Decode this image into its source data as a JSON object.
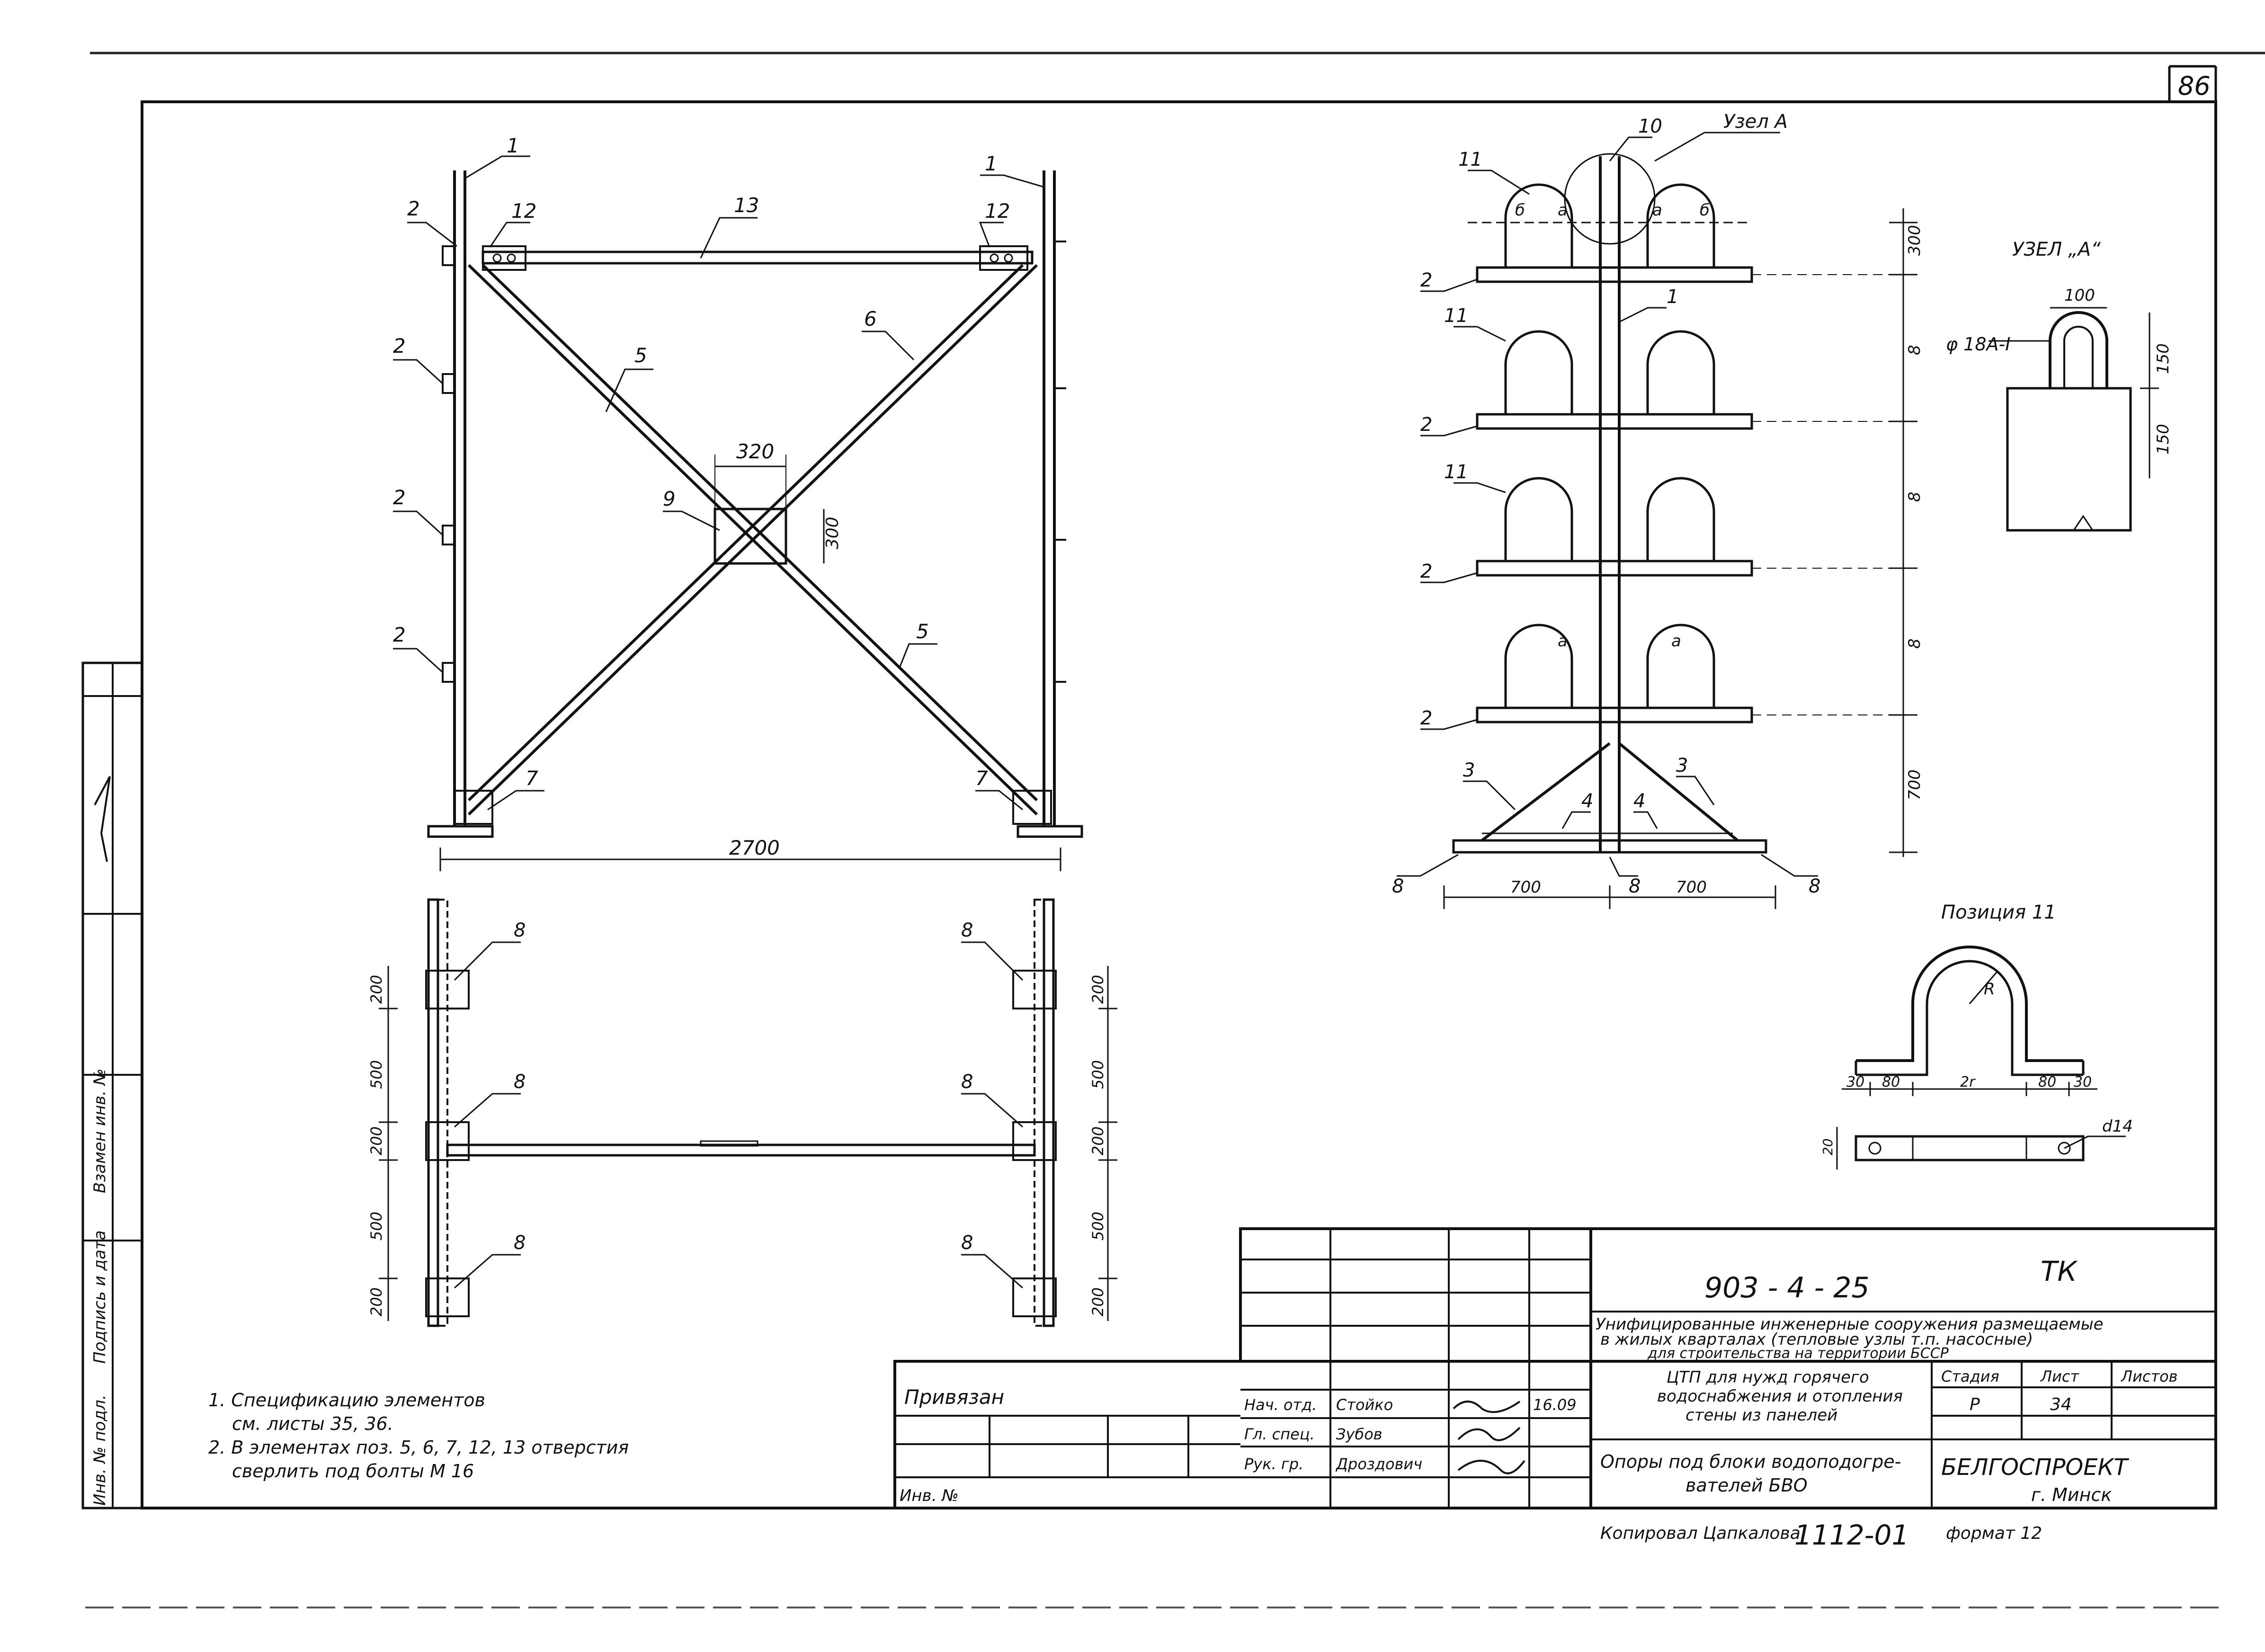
{
  "sheet_number": "86",
  "drawing": {
    "callouts": {
      "n1": "1",
      "n2": "2",
      "n3": "3",
      "n4": "4",
      "n5": "5",
      "n6": "6",
      "n7": "7",
      "n8": "8",
      "n9": "9",
      "n10": "10",
      "n11": "11",
      "n12": "12",
      "n13": "13"
    },
    "dims": {
      "w2700": "2700",
      "d320": "320",
      "d300": "300",
      "d200": "200",
      "d500": "500",
      "d700": "700",
      "d8": "8",
      "d100": "100",
      "d150": "150",
      "d30": "30",
      "d80": "80",
      "d20": "20",
      "d2r": "2r",
      "r": "R",
      "d14": "d14",
      "d10": "20"
    },
    "node_a_label": "Узел А",
    "node_a_detail_title": "УЗЕЛ „А“",
    "rod_label": "φ 18А-I",
    "letters": {
      "a": "а",
      "b": "б"
    },
    "position_11_title": "Позиция 11"
  },
  "notes": {
    "n1_line1": "1. Спецификацию элементов",
    "n1_line2": "см. листы 35, 36.",
    "n2_line1": "2. В элементах поз. 5, 6, 7, 12, 13 отверстия",
    "n2_line2": "сверлить под болты М 16"
  },
  "left_strip": {
    "t1": "Инв. № подл.",
    "t2": "Подпись и дата",
    "t3": "Взамен инв. №"
  },
  "title_block": {
    "privyazan": "Привязан",
    "inv_no": "Инв. №",
    "roles": [
      "Нач. отд.",
      "Гл. спец.",
      "Рук. гр."
    ],
    "names": [
      "Стойко",
      "Зубов",
      "Дроздович"
    ],
    "date": "16.09",
    "code": "903 - 4 - 25",
    "mark": "ТК",
    "project_line1": "Унифицированные инженерные сооружения размещаемые",
    "project_line2": "в жилых кварталах (тепловые узлы т.п. насосные)",
    "project_line3": "для строительства на территории БССР",
    "part_line1": "ЦТП для нужд горячего",
    "part_line2": "водоснабжения и отопления",
    "part_line3": "стены из панелей",
    "sheet_name_line1": "Опоры под блоки водоподогре-",
    "sheet_name_line2": "вателей БВО",
    "stage_label": "Стадия",
    "sheet_label": "Лист",
    "sheets_label": "Листов",
    "stage_value": "Р",
    "sheet_value": "34",
    "org_line1": "БЕЛГОСПРОЕКТ",
    "org_line2": "г. Минск",
    "bottom_copied": "Копировал Цапкалова",
    "bottom_number": "1112-01",
    "bottom_format": "формат 12"
  }
}
